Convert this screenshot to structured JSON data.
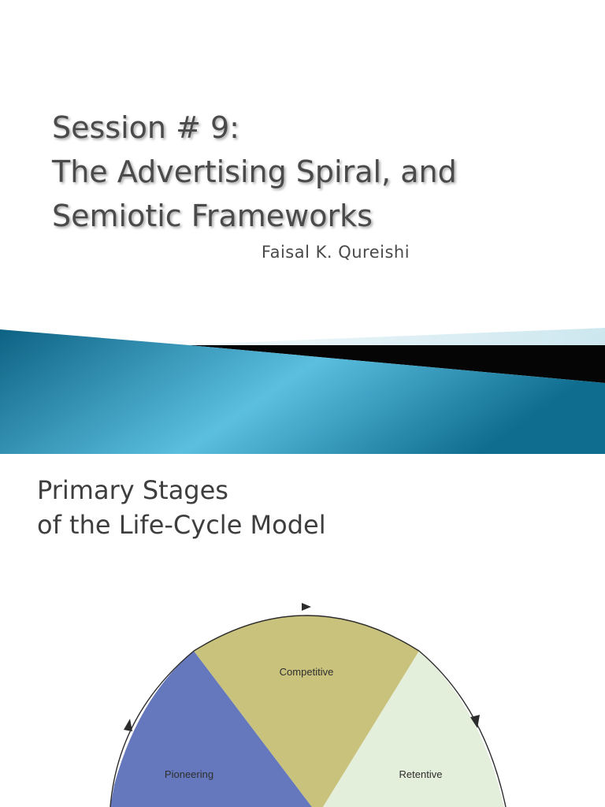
{
  "slide1": {
    "title_lines": [
      "Session # 9:",
      "The Advertising Spiral, and",
      "Semiotic Frameworks"
    ],
    "subtitle": "Faisal K. Qureishi"
  },
  "slide2": {
    "title_lines": [
      "Primary Stages",
      "of the Life-Cycle Model"
    ],
    "diagram": {
      "segments": [
        {
          "label": "Pioneering",
          "color": "#6578bd"
        },
        {
          "label": "Competitive",
          "color": "#c9c27c"
        },
        {
          "label": "Retentive",
          "color": "#e3eedb"
        }
      ]
    }
  },
  "colors": {
    "banner_dark": "#0d6283",
    "banner_light": "#5bbfe0",
    "banner_pale": "#d6ecf2",
    "title_text": "#4a4a4a"
  }
}
